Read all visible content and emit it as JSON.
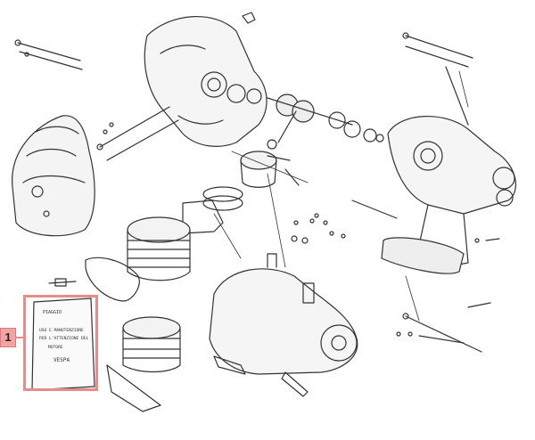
{
  "diagram": {
    "highlight_color": "#e98b8b",
    "callout_fill": "#f2a3a3",
    "line_color": "#333333",
    "callouts": [
      {
        "number": "1"
      }
    ],
    "booklet_lines": [
      "PIAGGIO",
      "USO E MANUTENZIONE",
      "PER L'ATTENZIONE DEL",
      "MOTORE",
      "VESPA"
    ]
  }
}
